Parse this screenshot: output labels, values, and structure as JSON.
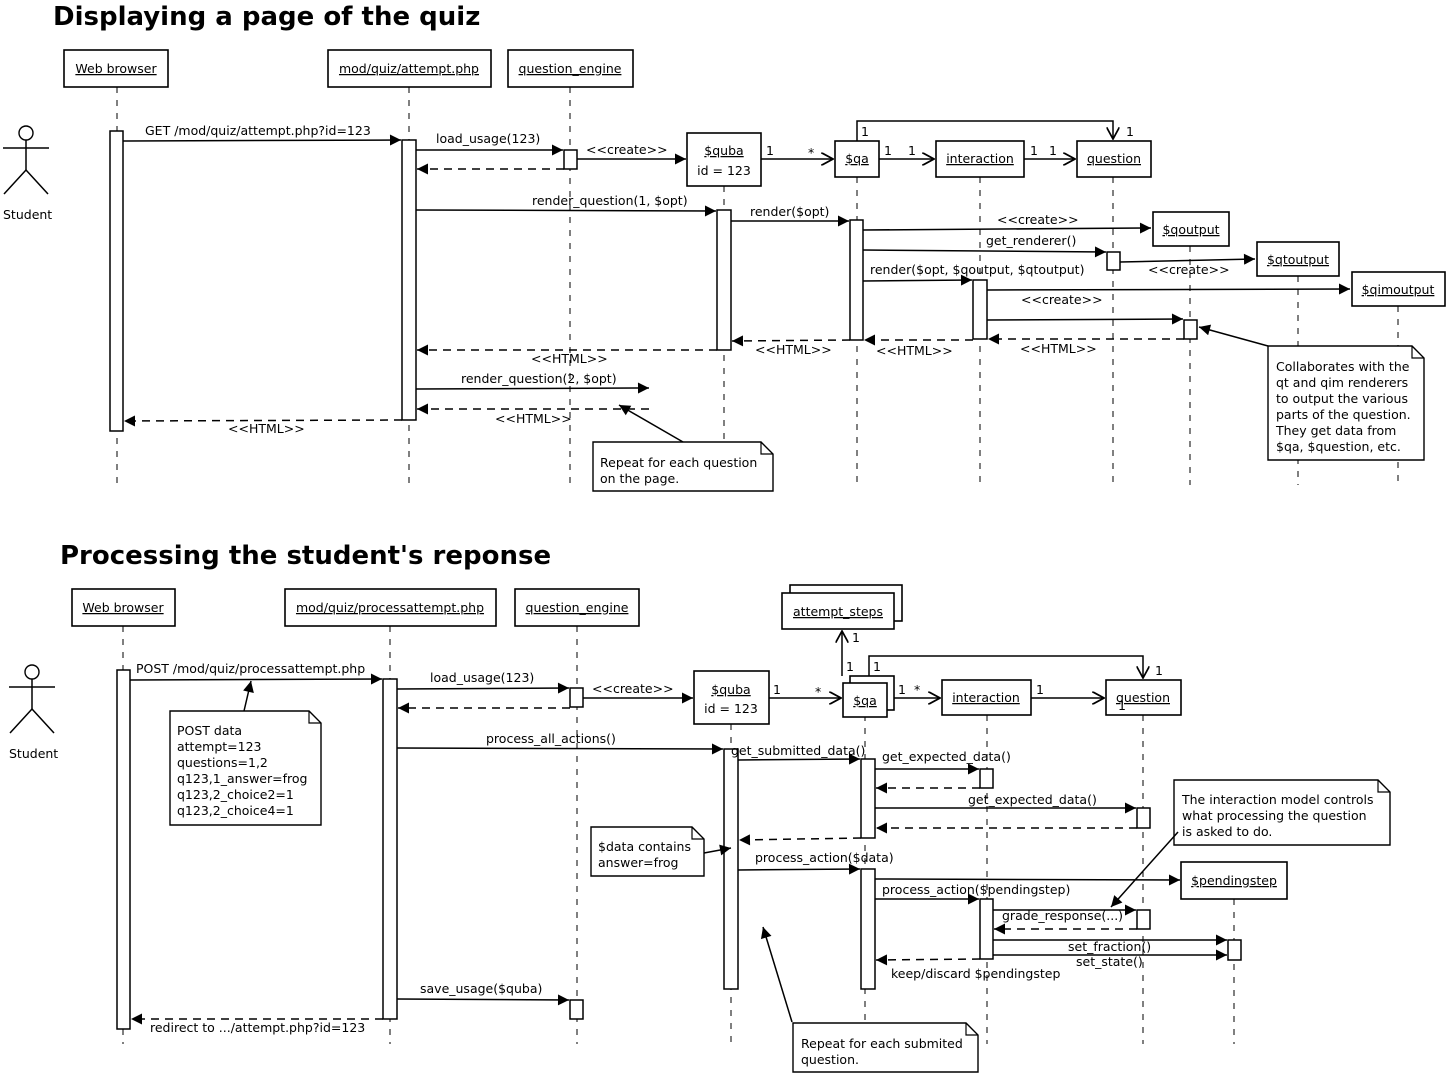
{
  "diagram1": {
    "title": "Displaying a page of the quiz",
    "actor": "Student",
    "objects": {
      "browser": "Web browser",
      "attempt": "mod/quiz/attempt.php",
      "engine": "question_engine",
      "quba": "$quba",
      "quba_id": "id = 123",
      "qa": "$qa",
      "interaction": "interaction",
      "question": "question",
      "qoutput": "$qoutput",
      "qtoutput": "$qtoutput",
      "qimoutput": "$qimoutput"
    },
    "messages": {
      "get": "GET /mod/quiz/attempt.php?id=123",
      "load_usage": "load_usage(123)",
      "create1": "<<create>>",
      "render_question1": "render_question(1, $opt)",
      "render": "render($opt)",
      "create2": "<<create>>",
      "get_renderer": "get_renderer()",
      "create3": "<<create>>",
      "render3": "render($opt, $qoutput, $qtoutput)",
      "create4": "<<create>>",
      "html1": "<<HTML>>",
      "html2": "<<HTML>>",
      "html3": "<<HTML>>",
      "html4": "<<HTML>>",
      "render_question2": "render_question(2, $opt)",
      "html5": "<<HTML>>",
      "html6": "<<HTML>>"
    },
    "multiplicities": {
      "m1": "1",
      "m2": "*",
      "m3": "1",
      "m4": "1",
      "m5": "1",
      "m6": "1",
      "m7": "1",
      "m8": "1"
    },
    "notes": {
      "repeat": [
        "Repeat for each question",
        "on the page."
      ],
      "collab": [
        "Collaborates with the",
        "qt and qim renderers",
        "to output the various",
        "parts of the question.",
        "They get data from",
        "$qa, $question, etc."
      ]
    }
  },
  "diagram2": {
    "title": "Processing the student's reponse",
    "actor": "Student",
    "objects": {
      "browser": "Web browser",
      "process": "mod/quiz/processattempt.php",
      "engine": "question_engine",
      "steps": "attempt_steps",
      "quba": "$quba",
      "quba_id": "id = 123",
      "qa": "$qa",
      "interaction": "interaction",
      "question": "question",
      "pending": "$pendingstep"
    },
    "messages": {
      "post": "POST /mod/quiz/processattempt.php",
      "load_usage": "load_usage(123)",
      "create1": "<<create>>",
      "process_all": "process_all_actions()",
      "get_submitted": "get_submitted_data()",
      "get_expected1": "get_expected_data()",
      "get_expected2": "get_expected_data()",
      "process_action": "process_action($data)",
      "process_action2": "process_action($pendingstep)",
      "grade_response": "grade_response(...)",
      "set_fraction": "set_fraction()",
      "set_state": "set_state()",
      "keep_discard": "keep/discard $pendingstep",
      "save_usage": "save_usage($quba)",
      "redirect": "redirect to .../attempt.php?id=123"
    },
    "multiplicities": {
      "m1": "1",
      "m2": "*",
      "m3": "1",
      "m4": "*",
      "m5": "1",
      "m6": "1",
      "m7": "1",
      "m8": "1",
      "m9": "1",
      "m10": "1"
    },
    "notes": {
      "post": [
        "POST data",
        "attempt=123",
        "questions=1,2",
        "q123,1_answer=frog",
        "q123,2_choice2=1",
        "q123,2_choice4=1"
      ],
      "data": [
        "$data contains",
        "answer=frog"
      ],
      "interaction": [
        "The interaction model controls",
        "what processing the question",
        "is asked to do."
      ],
      "repeat": [
        "Repeat for each submited",
        "question."
      ]
    }
  }
}
